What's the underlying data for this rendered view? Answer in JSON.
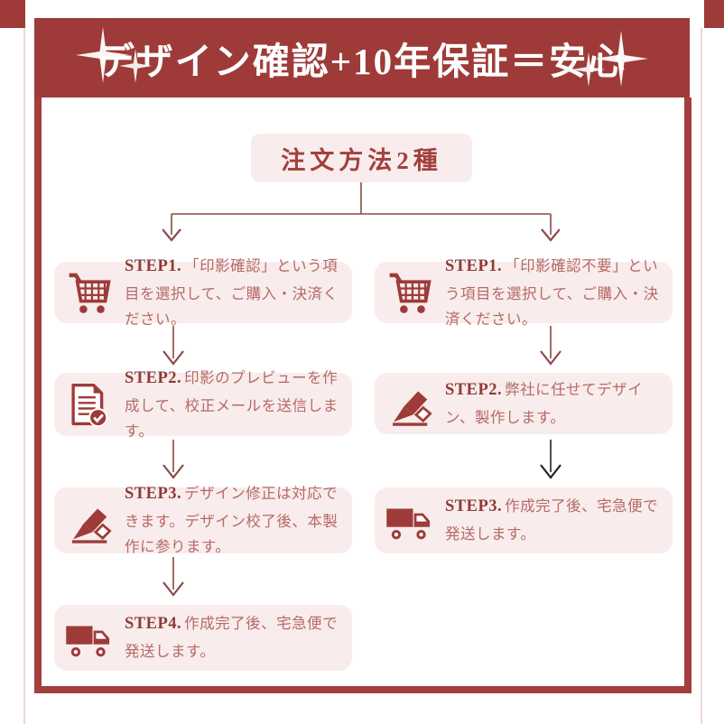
{
  "colors": {
    "brand_red": "#9e3b39",
    "frame_red": "#a33f3d",
    "box_background": "#f8ecec",
    "step_label_red": "#8e3b36",
    "body_text_rose": "#b66a66",
    "arrow_red": "#8c4a46",
    "arrow_black": "#222222"
  },
  "banner": {
    "title": "デザイン確認+10年保証＝安心",
    "decor": "sparkle-stars"
  },
  "flow": {
    "title": "注文方法2種",
    "left_steps": [
      {
        "label": "STEP1.",
        "text": "「印影確認」という項目を選択して、ご購入・決済ください。",
        "icon": "cart-icon"
      },
      {
        "label": "STEP2.",
        "text": "印影のプレビューを作成して、校正メールを送信します。",
        "icon": "document-check-icon"
      },
      {
        "label": "STEP3.",
        "text": "デザイン修正は対応できます。デザイン校了後、本製作に参ります。",
        "icon": "pencil-icon"
      },
      {
        "label": "STEP4.",
        "text": "作成完了後、宅急便で発送します。",
        "icon": "truck-icon"
      }
    ],
    "right_steps": [
      {
        "label": "STEP1.",
        "text": "「印影確認不要」という項目を選択して、ご購入・決済ください。",
        "icon": "cart-icon"
      },
      {
        "label": "STEP2.",
        "text": "弊社に任せてデザイン、製作します。",
        "icon": "pencil-icon"
      },
      {
        "label": "STEP3.",
        "text": "作成完了後、宅急便で発送します。",
        "icon": "truck-icon"
      }
    ]
  }
}
